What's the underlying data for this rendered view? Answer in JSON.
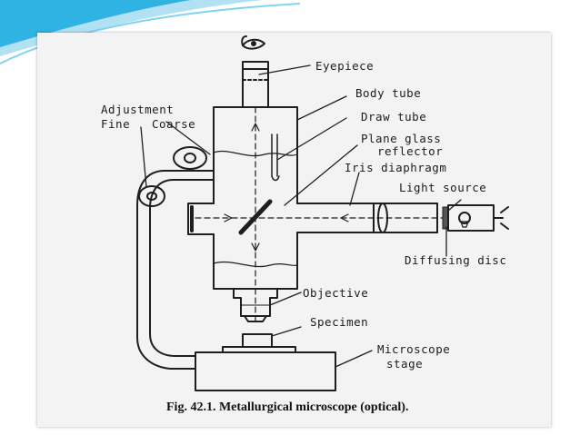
{
  "slide": {
    "top_swoosh_color": "#2fb3e3",
    "top_swoosh_light": "#a9def2"
  },
  "figure": {
    "caption": "Fig. 42.1. Metallurgical microscope (optical).",
    "labels": {
      "eyepiece": "Eyepiece",
      "body_tube": "Body tube",
      "draw_tube": "Draw tube",
      "plane_glass": "Plane glass",
      "reflector": "reflector",
      "iris_diaphragm": "Iris diaphragm",
      "light_source": "Light source",
      "adjustment": "Adjustment",
      "fine": "Fine",
      "coarse": "Coarse",
      "diffusing_disc": "Diffusing disc",
      "objective": "Objective",
      "specimen": "Specimen",
      "microscope": "Microscope",
      "stage": "stage"
    }
  }
}
